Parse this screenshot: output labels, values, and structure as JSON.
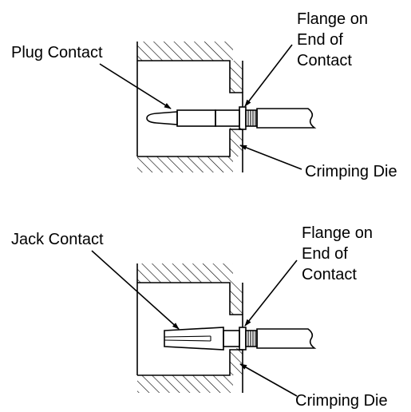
{
  "figures": [
    {
      "id": "plug",
      "contact_label": "Plug Contact",
      "flange_label": [
        "Flange on",
        "End of",
        "Contact"
      ],
      "die_label": "Crimping Die"
    },
    {
      "id": "jack",
      "contact_label": "Jack Contact",
      "flange_label": [
        "Flange on",
        "End of",
        "Contact"
      ],
      "die_label": "Crimping Die"
    }
  ]
}
